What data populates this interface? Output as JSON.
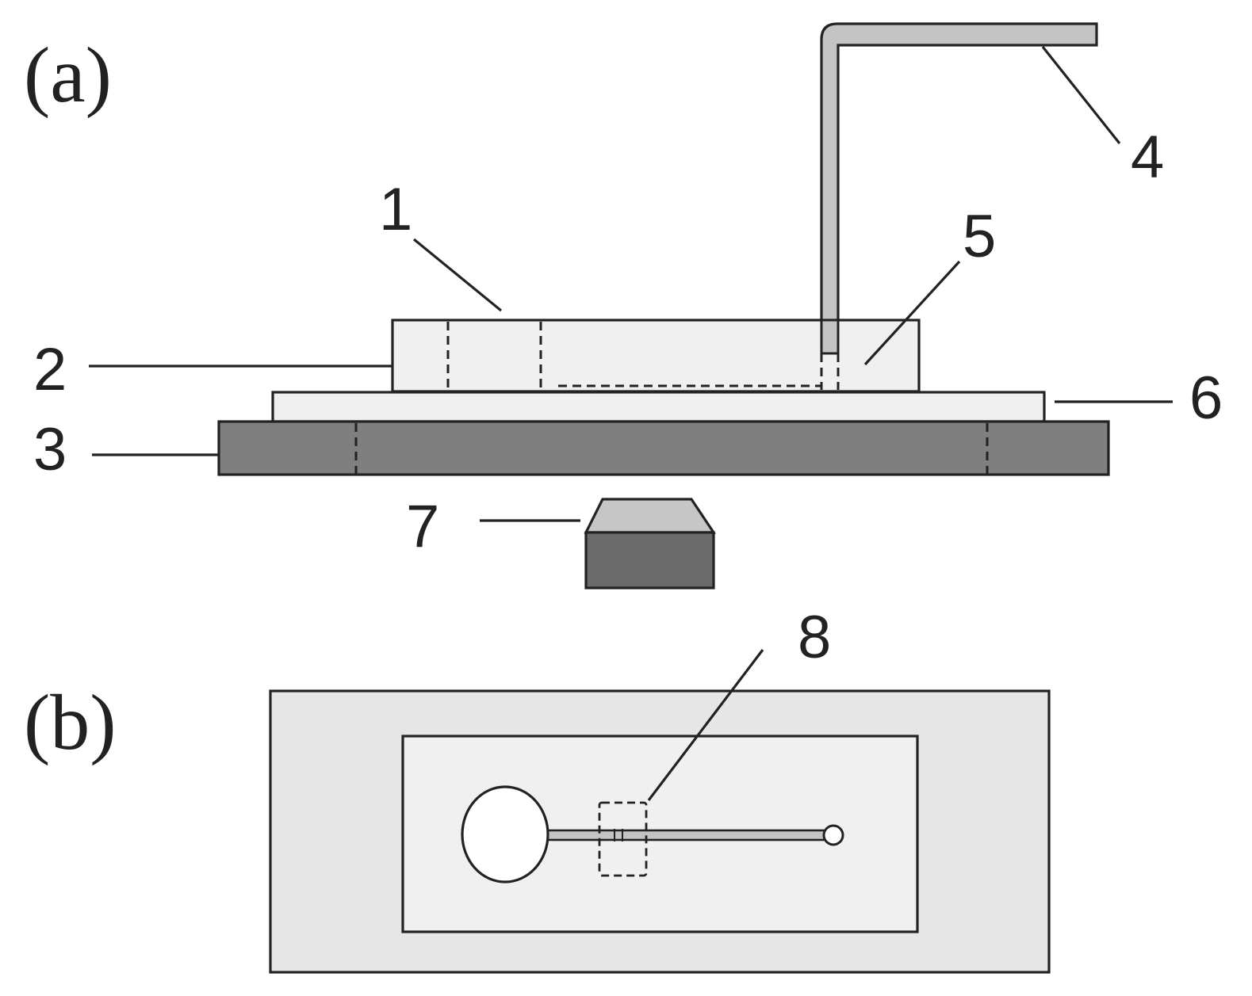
{
  "panels": {
    "a": {
      "label": "(a)"
    },
    "b": {
      "label": "(b)"
    }
  },
  "callouts": [
    {
      "id": "1",
      "text": "1"
    },
    {
      "id": "2",
      "text": "2"
    },
    {
      "id": "3",
      "text": "3"
    },
    {
      "id": "4",
      "text": "4"
    },
    {
      "id": "5",
      "text": "5"
    },
    {
      "id": "6",
      "text": "6"
    },
    {
      "id": "7",
      "text": "7"
    },
    {
      "id": "8",
      "text": "8"
    }
  ],
  "colors": {
    "light_fill": "#f0f0f0",
    "outer_plate": "#e6e6e6",
    "base_dark": "#7f7f7f",
    "tube_fill": "#c4c4c4",
    "magnet_top": "#c6c6c6",
    "magnet_body": "#6b6b6b",
    "outline": "#222222"
  }
}
